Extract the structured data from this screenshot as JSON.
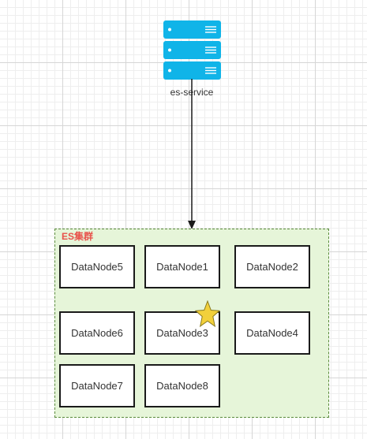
{
  "server": {
    "label": "es-service",
    "icon": "server-rack-icon",
    "color": "#10b4e8"
  },
  "cluster": {
    "label": "ES集群",
    "fill": "#e6f5d9",
    "label_color": "#e8514a"
  },
  "nodes": {
    "n1": "DataNode1",
    "n2": "DataNode2",
    "n3": "DataNode3",
    "n4": "DataNode4",
    "n5": "DataNode5",
    "n6": "DataNode6",
    "n7": "DataNode7",
    "n8": "DataNode8"
  },
  "marker": {
    "icon": "star-icon",
    "color": "#f2d03b",
    "target": "DataNode3"
  }
}
